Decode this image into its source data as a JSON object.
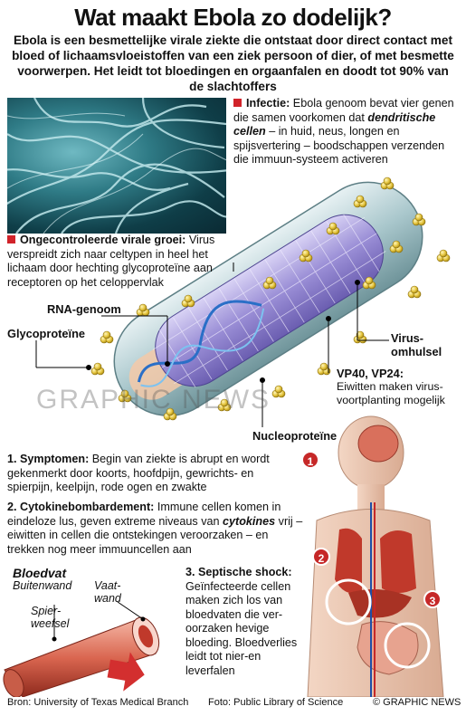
{
  "header": {
    "title": "Wat maakt Ebola zo dodelijk?",
    "intro": "Ebola is een besmettelijke virale ziekte die ontstaat door direct contact met bloed of lichaamsvloeistoffen van een ziek persoon of dier, of met besmette voorwerpen. Het leidt tot bloedingen en orgaanfalen en doodt tot 90% van de slachtoffers"
  },
  "infection": {
    "heading": "Infectie:",
    "text_1": "Ebola genoom bevat vier genen die samen voorkomen dat",
    "highlight": "dendritische cellen",
    "text_2": "– in huid, neus, longen en spijsvertering – boodschappen verzenden die immuun-systeem activeren"
  },
  "growth": {
    "heading": "Ongecontroleerde virale groei:",
    "text": "Virus verspreidt zich naar celtypen in heel het lichaam door hechting glycoproteïne aan receptoren op het celoppervlak"
  },
  "virus_labels": {
    "rna": "RNA-genoom",
    "glyco": "Glycoproteïne",
    "envelope": "Virus-\nomhulsel",
    "vp_heading": "VP40, VP24:",
    "vp_text": "Eiwitten maken virus-voortplanting mogelijk",
    "nucleo": "Nucleoproteïne"
  },
  "watermark": "GRAPHIC NEWS",
  "stages": {
    "s1_heading": "1. Symptomen:",
    "s1_text": "Begin van ziekte is abrupt en wordt gekenmerkt door koorts, hoofdpijn, gewrichts- en spierpijn, keelpijn, rode ogen en zwakte",
    "s2_heading": "2. Cytokinebombardement:",
    "s2_text_1": "Immune cellen komen in eindeloze lus, geven  extreme niveaus van",
    "s2_highlight": "cytokines",
    "s2_text_2": "vrij – eiwitten in cellen die ontstekingen veroorzaken – en trekken nog meer immuuncellen aan",
    "s3_heading": "3. Septische shock:",
    "s3_text": "Geïnfecteerde cellen maken zich los van bloedvaten die ver-oorzaken hevige bloeding. Bloedverlies leidt tot nier-en leverfalen"
  },
  "vessel": {
    "heading": "Bloedvat",
    "outer": "Buitenwand",
    "muscle": "Spier-\nweefsel",
    "vaat": "Vaat-\nwand"
  },
  "markers": [
    "1",
    "2",
    "3"
  ],
  "footer": {
    "source": "Bron: University of Texas Medical Branch",
    "photo": "Foto: Public Library of Science",
    "copyright": "© GRAPHIC NEWS"
  },
  "colors": {
    "accent_red": "#d1232a",
    "virus_shell": "#a9c7cc",
    "capsid": "#9a8ed6",
    "glycoprotein": "#e3c23a"
  }
}
